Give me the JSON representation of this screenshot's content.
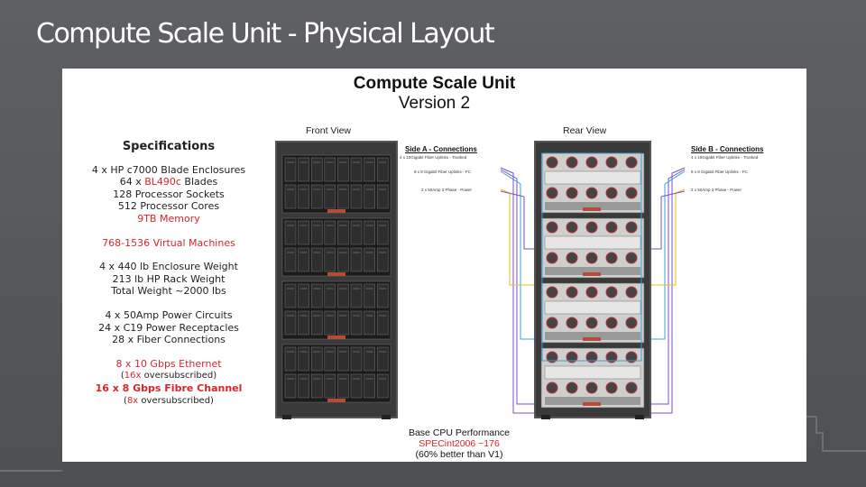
{
  "slide": {
    "title": "Compute Scale Unit - Physical Layout"
  },
  "diagram": {
    "title": "Compute Scale Unit",
    "version": "Version 2",
    "front_view_label": "Front View",
    "rear_view_label": "Rear View",
    "specifications": {
      "heading": "Specifications",
      "line_1": "4 x HP c7000 Blade Enclosures",
      "line_2_prefix": "64 x ",
      "line_2_highlight": "BL490c",
      "line_2_suffix": " Blades",
      "line_3": "128 Processor Sockets",
      "line_4": "512 Processor Cores",
      "line_5": "9TB Memory",
      "line_6": "768-1536 Virtual Machines",
      "line_7": "4 x 440 lb Enclosure Weight",
      "line_8": "213 lb HP Rack Weight",
      "line_9": "Total Weight ~2000 lbs",
      "line_10": "4 x 50Amp Power Circuits",
      "line_11": "24 x C19 Power Receptacles",
      "line_12": "28 x Fiber Connections",
      "line_13": "8 x 10 Gbps Ethernet",
      "line_14_highlight": "16x",
      "line_14_suffix": " oversubscribed",
      "line_15": "16 x 8 Gbps Fibre Channel",
      "line_16_highlight": "8x",
      "line_16_suffix": " oversubscribed"
    },
    "side_a": {
      "title": "Side A - Connections",
      "item_1": "4 x 10Gigabit Fiber Uplinks - Trunked",
      "item_2": "8 x 8 Gigabit Fiber Uplinks - FC",
      "item_3": "2 x 50Amp 3 Phase - Power"
    },
    "side_b": {
      "title": "Side B - Connections",
      "item_1": "4 x 10Gigabit Fiber Uplinks - Trunked",
      "item_2": "8 x 8 Gigabit Fiber Uplinks - FC",
      "item_3": "2 x 50Amp 3 Phase - Power"
    },
    "performance": {
      "label": "Base CPU Performance",
      "value": "SPECint2006 ~176",
      "note": "(60% better than V1)"
    },
    "colors": {
      "highlight_red": "#d8262a",
      "slide_background": "#55575a",
      "cable_purple": "#7a4fbf",
      "cable_blue": "#3aa0d8",
      "cable_yellow": "#e0c020"
    }
  }
}
